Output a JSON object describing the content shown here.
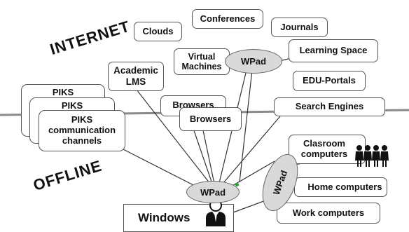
{
  "regions": {
    "internet": "INTERNET",
    "offline": "OFFLINE"
  },
  "internet_boxes": {
    "clouds": "Clouds",
    "conferences": "Conferences",
    "journals": "Journals",
    "virtual_machines": "Virtual Machines",
    "learning_space": "Learning Space",
    "academic_lms": "Academic LMS",
    "edu_portals": "EDU-Portals",
    "browsers_back": "Browsers",
    "browsers_front": "Browsers",
    "search_engines": "Search Engines"
  },
  "piks_stack": {
    "back": "PIKS",
    "middle": "PIKS",
    "front": "PIKS communication channels"
  },
  "offline_boxes": {
    "classroom": "Clasroom computers",
    "home": "Home computers",
    "work": "Work computers",
    "windows": "Windows"
  },
  "wpad": {
    "top": "WPad",
    "center": "WPad",
    "right": "WPad"
  },
  "icons": {
    "people": "group-of-people-icon",
    "user": "business-person-icon"
  },
  "colors": {
    "ellipse_fill": "#d9d9d9",
    "divider": "#8a8a8a",
    "dot": "#2a9d3a"
  }
}
